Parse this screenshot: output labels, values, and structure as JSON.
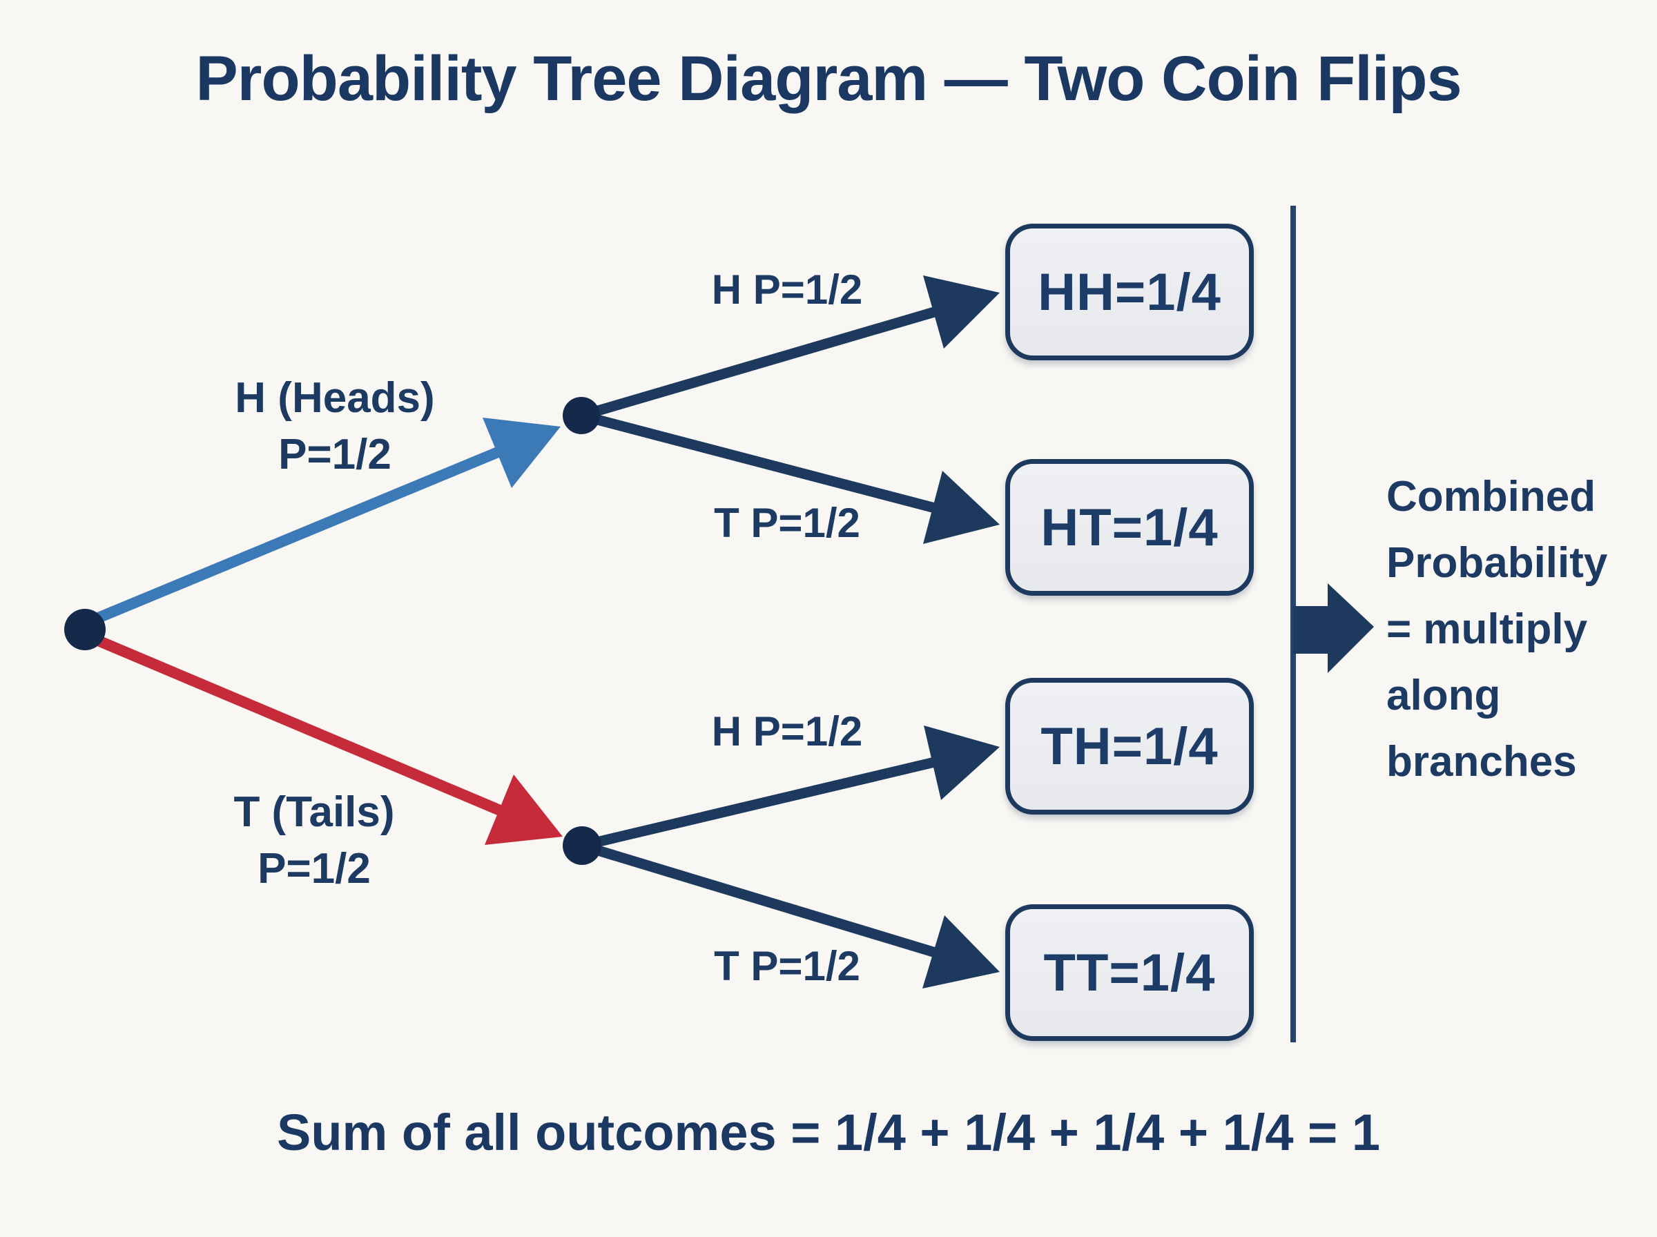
{
  "title": "Probability Tree Diagram — Two Coin Flips",
  "first_flip": {
    "heads_label": "H (Heads)\nP=1/2",
    "tails_label": "T (Tails)\nP=1/2"
  },
  "second_flip": {
    "hh_branch_label": "H P=1/2",
    "ht_branch_label": "T P=1/2",
    "th_branch_label": "H P=1/2",
    "tt_branch_label": "T P=1/2"
  },
  "outcomes": {
    "hh": "HH=1/4",
    "ht": "HT=1/4",
    "th": "TH=1/4",
    "tt": "TT=1/4"
  },
  "annotation": "Combined\nProbability\n= multiply\nalong\nbranches",
  "footer": "Sum of all outcomes = 1/4 + 1/4 + 1/4 + 1/4 = 1",
  "colors": {
    "navy": "#1d3a5e",
    "node_navy": "#15294b",
    "heads_blue": "#3c79b7",
    "tails_red": "#c62b39",
    "divider_navy": "#27466f",
    "box_fill": "#eaecf0",
    "background": "#f8f7f4",
    "text_navy": "#1b3862"
  }
}
